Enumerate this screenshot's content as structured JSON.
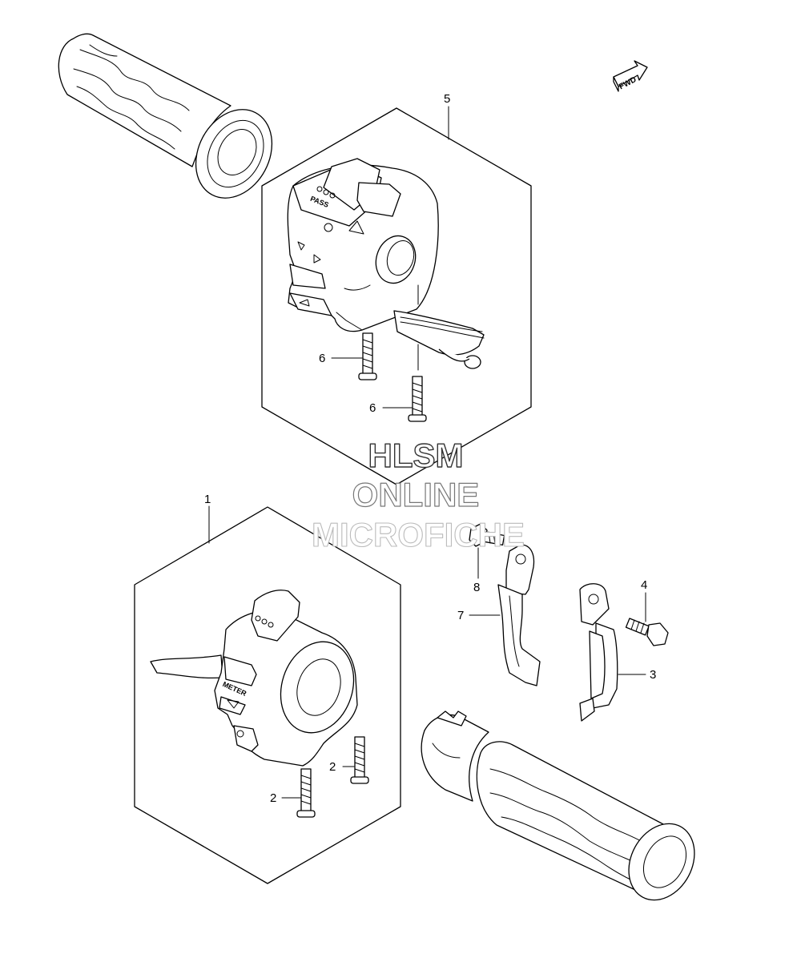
{
  "diagram": {
    "orientation_badge": "FWD",
    "callouts": {
      "c1": "1",
      "c2a": "2",
      "c2b": "2",
      "c3": "3",
      "c4": "4",
      "c5": "5",
      "c6a": "6",
      "c6b": "6",
      "c7": "7",
      "c8": "8"
    },
    "switch_labels": {
      "pass": "PASS",
      "meter": "METER"
    },
    "watermark": {
      "line1": "HLSM",
      "line2": "ONLINE",
      "line3": "MICROFICHE"
    }
  }
}
